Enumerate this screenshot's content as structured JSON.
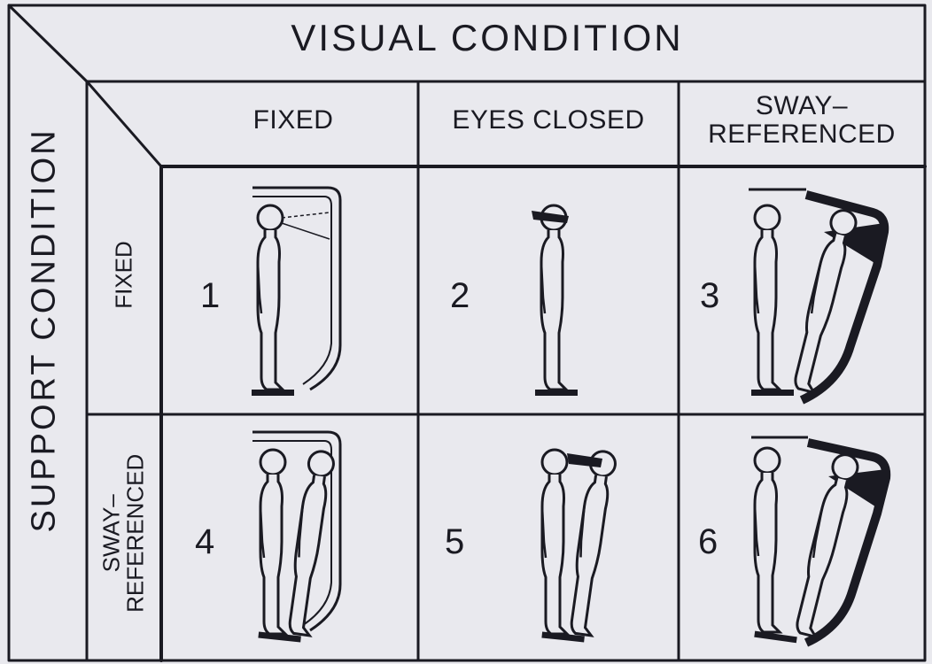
{
  "diagram": {
    "title": "VISUAL CONDITION",
    "row_axis_title": "SUPPORT CONDITION",
    "columns": [
      {
        "label": "FIXED"
      },
      {
        "label": "EYES CLOSED"
      },
      {
        "label_line1": "SWAY–",
        "label_line2": "REFERENCED"
      }
    ],
    "rows": [
      {
        "label": "FIXED"
      },
      {
        "label_line1": "SWAY–",
        "label_line2": "REFERENCED"
      }
    ],
    "conditions": [
      "1",
      "2",
      "3",
      "4",
      "5",
      "6"
    ]
  },
  "colors": {
    "ink": "#1a1a22",
    "background": "#e9e9ee"
  },
  "icons": [
    "standing-figure-icon",
    "blindfolded-figure-icon",
    "sway-figure-icon",
    "visual-surround-icon",
    "force-platform-icon"
  ]
}
